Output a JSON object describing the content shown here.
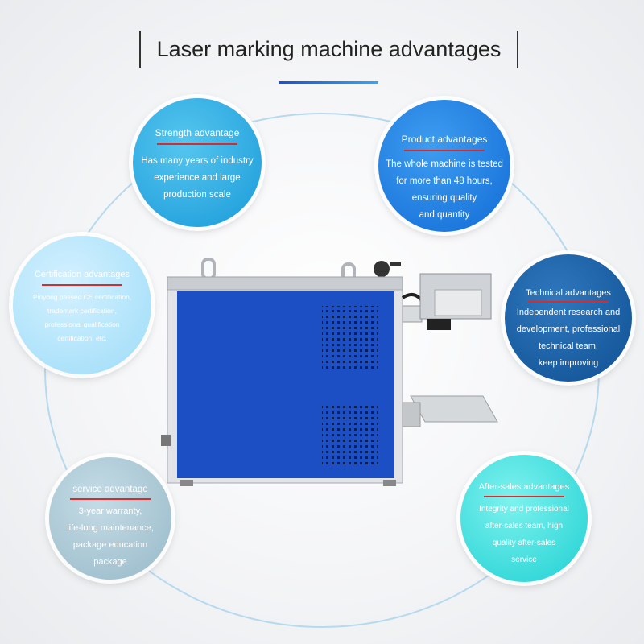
{
  "header": {
    "title": "Laser marking machine advantages"
  },
  "circles": {
    "strength": {
      "title": "Strength advantage",
      "lines": [
        "Has many years of industry",
        "experience and large",
        "production scale"
      ]
    },
    "product": {
      "title": "Product advantages",
      "lines": [
        "The whole machine is tested",
        "for more than 48 hours,",
        "ensuring quality",
        "and quantity"
      ]
    },
    "certification": {
      "title": "Certification advantages",
      "lines": [
        "Pinyong passed CE certification,",
        "trademark certification,",
        "professional qualification",
        "certification, etc."
      ]
    },
    "technical": {
      "title": "Technical advantages",
      "lines": [
        "Independent research and",
        "development, professional",
        "technical team,",
        "keep improving"
      ]
    },
    "service": {
      "title": "service advantage",
      "lines": [
        "3-year warranty,",
        "life-long maintenance,",
        "package education",
        "package"
      ]
    },
    "after_sales": {
      "title": "After-sales advantages",
      "lines": [
        "Integrity and professional",
        "after-sales team, high",
        "quality after-sales",
        "service"
      ]
    }
  },
  "colors": {
    "accent_red": "#d92b2b",
    "title_bar_blue": "#1a4fd6",
    "machine_blue": "#1d4fc4"
  },
  "icons": {
    "machine": "laser-marking-machine-icon"
  }
}
